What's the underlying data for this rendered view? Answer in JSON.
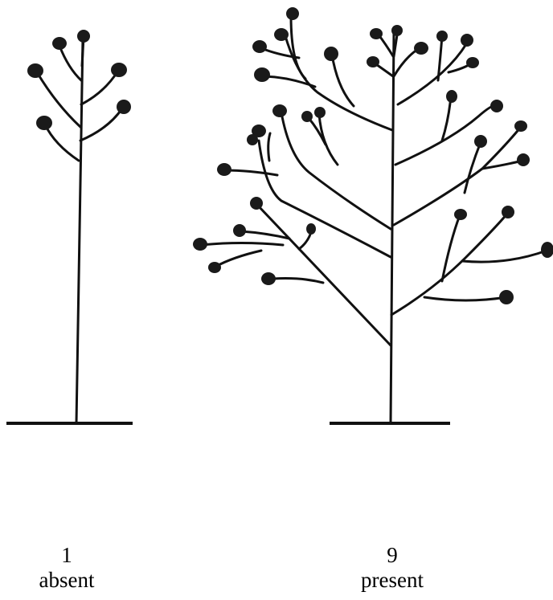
{
  "panels": [
    {
      "score": "1",
      "label": "absent"
    },
    {
      "score": "9",
      "label": "present"
    }
  ],
  "colors": {
    "ink": "#111111",
    "background": "#ffffff"
  }
}
